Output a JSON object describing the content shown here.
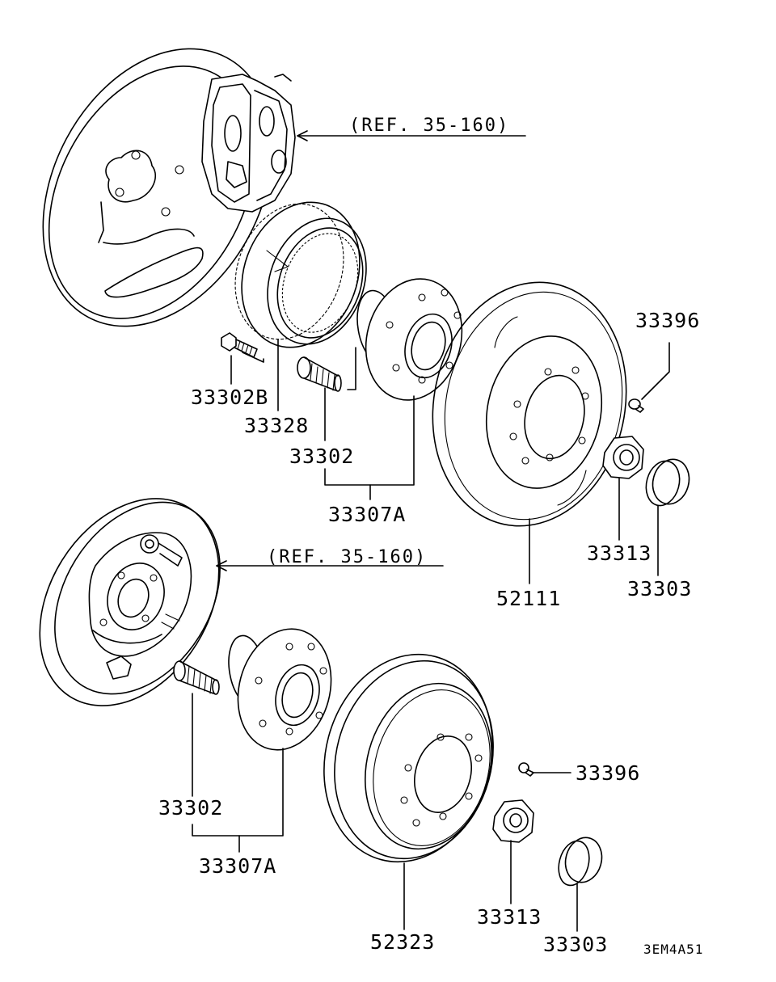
{
  "labels": {
    "ref_upper": "(REF. 35-160)",
    "ref_lower": "(REF. 35-160)",
    "p33396_upper": "33396",
    "p33302b": "33302B",
    "p33328": "33328",
    "p33302_upper": "33302",
    "p33307a_upper": "33307A",
    "p33313_upper": "33313",
    "p33303_upper": "33303",
    "p52111": "52111",
    "p33396_lower": "33396",
    "p33302_lower": "33302",
    "p33307a_lower": "33307A",
    "p52323": "52323",
    "p33313_lower": "33313",
    "p33303_lower": "33303",
    "drawing_code": "3EM4A51"
  },
  "colors": {
    "line": "#000000",
    "background": "#ffffff"
  }
}
